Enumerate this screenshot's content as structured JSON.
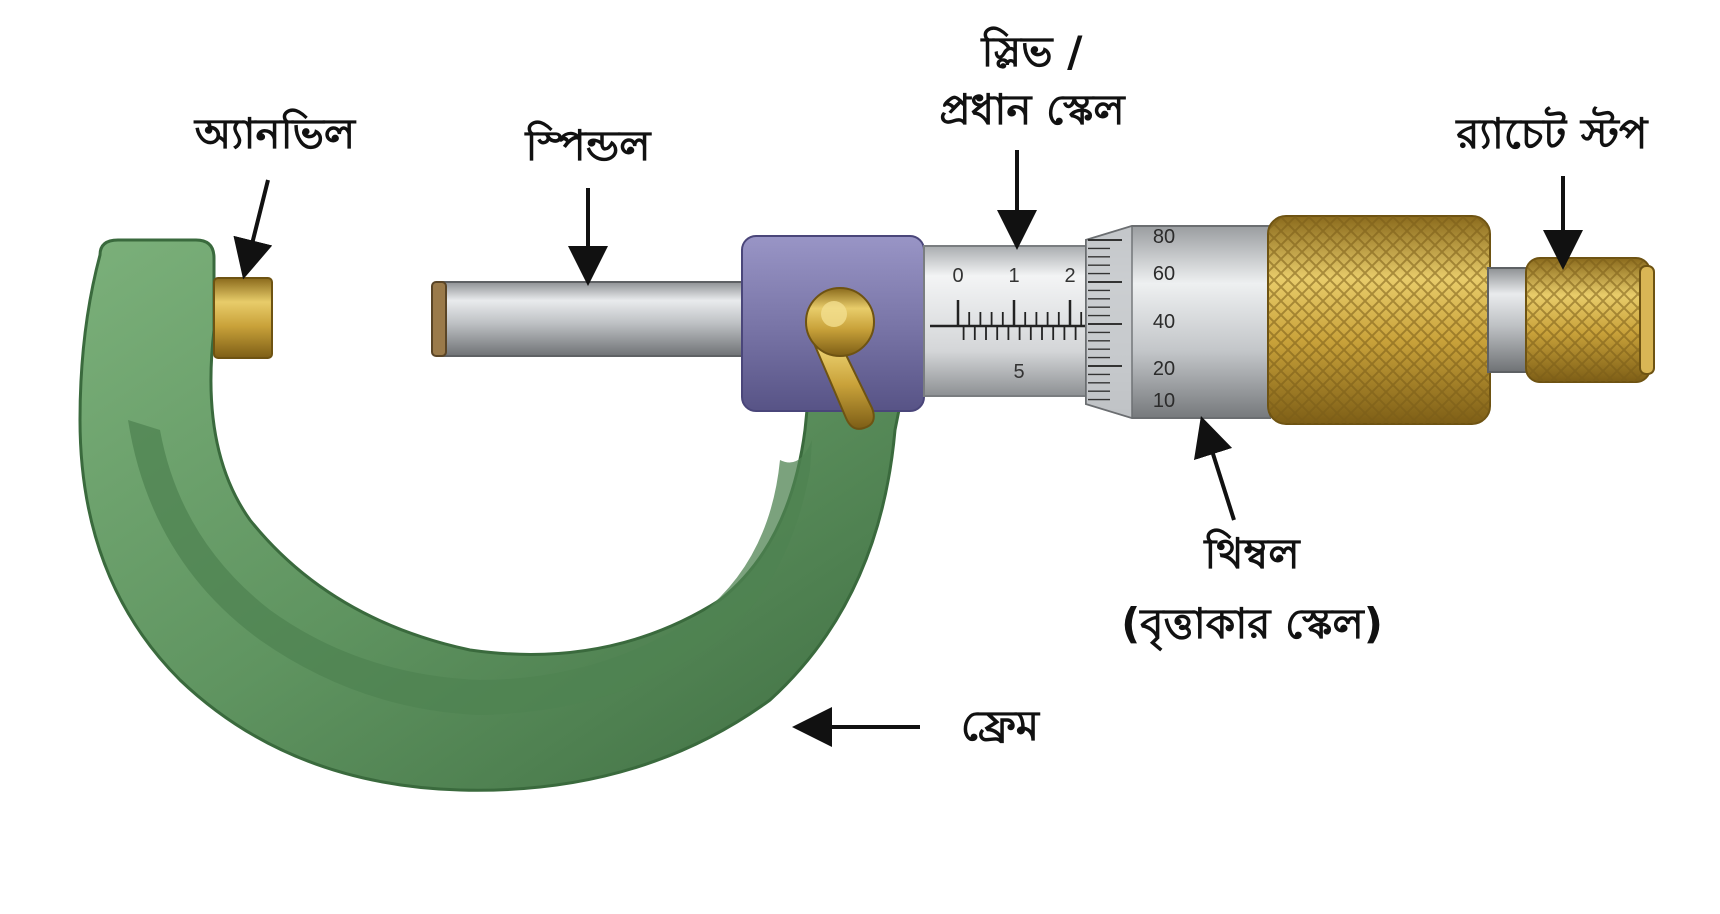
{
  "labels": {
    "anvil": "অ্যানভিল",
    "spindle": "স্পিন্ডল",
    "sleeve_line1": "স্লিভ /",
    "sleeve_line2": "প্রধান স্কেল",
    "ratchet": "র‍্যাচেট স্টপ",
    "thimble_line1": "থিম্বল",
    "thimble_line2": "(বৃত্তাকার স্কেল)",
    "frame": "ফ্রেম"
  },
  "sleeve_scale": {
    "upper": [
      "0",
      "1",
      "2"
    ],
    "lower": [
      "5"
    ]
  },
  "thimble_scale": [
    "80",
    "60",
    "40",
    "20",
    "10"
  ],
  "colors": {
    "frame": "#5f9460",
    "frame_dark": "#3f6e42",
    "lock_block": "#7a76a8",
    "brass": "#c9a23a",
    "steel": "#b9bcbf",
    "arrow": "#111111"
  }
}
